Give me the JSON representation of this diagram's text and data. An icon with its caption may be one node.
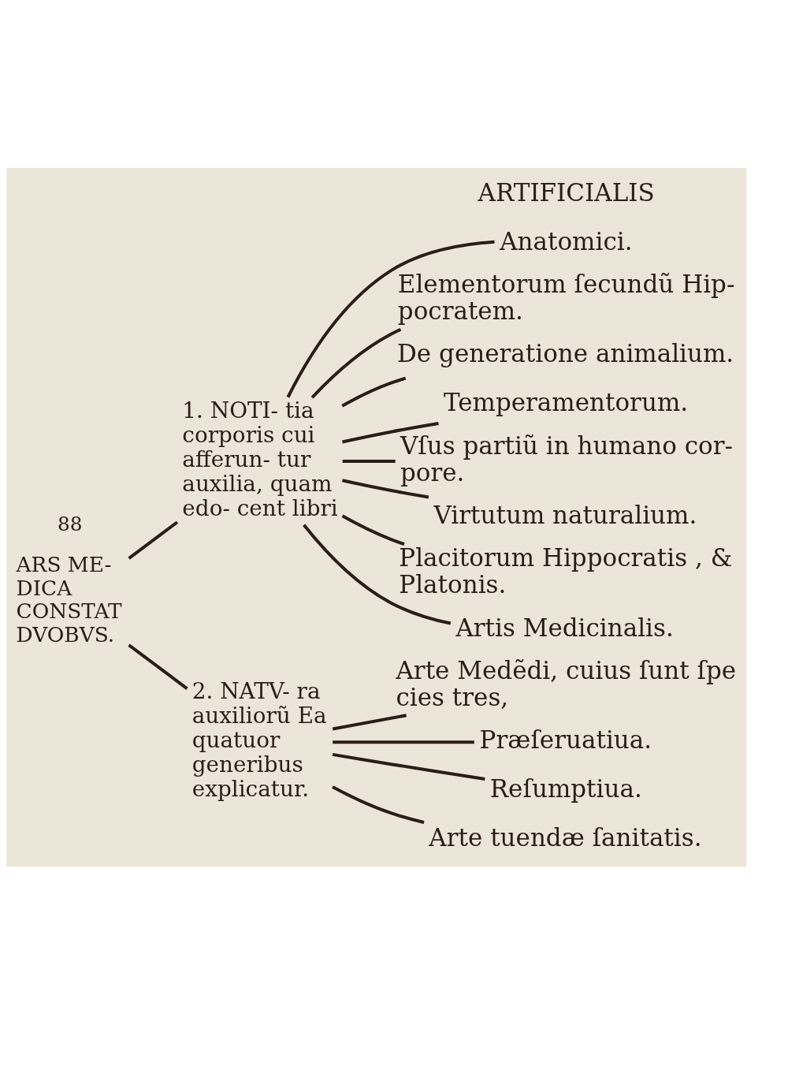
{
  "diagram": {
    "nodes": [
      {
        "text": [
          "ARS ME- DICA CONSTAT DVOBVS."
        ]
      },
      {
        "text": [
          "1. NOTI- tia corporis cui afferun- tur auxilia, quam edo- cent libri"
        ]
      },
      {
        "text": [
          "Anatomici."
        ]
      },
      {
        "text": [
          "Elementorum ſecundũ Hip- pocratem."
        ]
      },
      {
        "text": [
          "De generatione animalium."
        ]
      },
      {
        "text": [
          "Temperamentorum."
        ]
      },
      {
        "text": [
          "Vſus partiũ in humano cor- pore."
        ]
      },
      {
        "text": [
          "Virtutum naturalium."
        ]
      },
      {
        "text": [
          "Placitorum Hippocratis , & Platonis."
        ]
      },
      {
        "text": [
          "Artis Medicinalis."
        ]
      },
      {
        "text": [
          "2. NATV- ra auxiliorũ Ea quatuor generibus explicatur."
        ]
      },
      {
        "text": [
          "Arte Medẽdi, cuius ſunt ſpe cies tres,"
        ]
      },
      {
        "text": [
          "Præſeruatiua."
        ]
      },
      {
        "text": [
          "Reſumptiua."
        ]
      },
      {
        "text": [
          "Arte tuendæ ſanitatis."
        ]
      }
    ],
    "edges": [
      {
        "from": 0,
        "to": 1,
        "arrow": "none"
      },
      {
        "from": 0,
        "to": 10,
        "arrow": "none"
      },
      {
        "from": 1,
        "to": 2,
        "arrow": "none"
      },
      {
        "from": 1,
        "to": 3,
        "arrow": "none"
      },
      {
        "from": 1,
        "to": 4,
        "arrow": "none"
      },
      {
        "from": 1,
        "to": 5,
        "arrow": "none"
      },
      {
        "from": 1,
        "to": 6,
        "arrow": "none"
      },
      {
        "from": 1,
        "to": 7,
        "arrow": "none"
      },
      {
        "from": 1,
        "to": 8,
        "arrow": "none"
      },
      {
        "from": 1,
        "to": 9,
        "arrow": "none"
      },
      {
        "from": 10,
        "to": 11,
        "arrow": "none"
      },
      {
        "from": 10,
        "to": 12,
        "arrow": "none"
      },
      {
        "from": 10,
        "to": 13,
        "arrow": "none"
      },
      {
        "from": 10,
        "to": 14,
        "arrow": "none"
      }
    ],
    "labels": [
      "88",
      "ARTIFICIALIS"
    ]
  }
}
